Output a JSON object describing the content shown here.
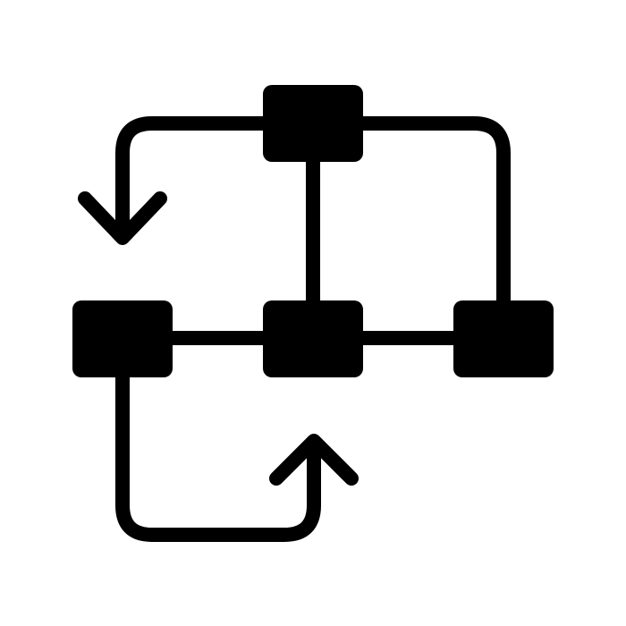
{
  "icon": {
    "name": "workflow-diagram-icon",
    "fill_color": "#000000",
    "background_color": "#ffffff"
  },
  "nodes": [
    {
      "id": "top",
      "name": "node-top"
    },
    {
      "id": "left",
      "name": "node-left"
    },
    {
      "id": "center",
      "name": "node-center"
    },
    {
      "id": "right",
      "name": "node-right"
    }
  ],
  "connectors": [
    {
      "from": "top",
      "to": "center",
      "name": "connector-top-center"
    },
    {
      "from": "top",
      "to": "right",
      "name": "connector-top-right"
    },
    {
      "from": "left",
      "to": "center",
      "name": "connector-left-center"
    },
    {
      "from": "center",
      "to": "right",
      "name": "connector-center-right"
    }
  ],
  "arrows": [
    {
      "name": "arrow-loop-top-left",
      "direction": "down"
    },
    {
      "name": "arrow-loop-bottom",
      "direction": "up"
    }
  ]
}
